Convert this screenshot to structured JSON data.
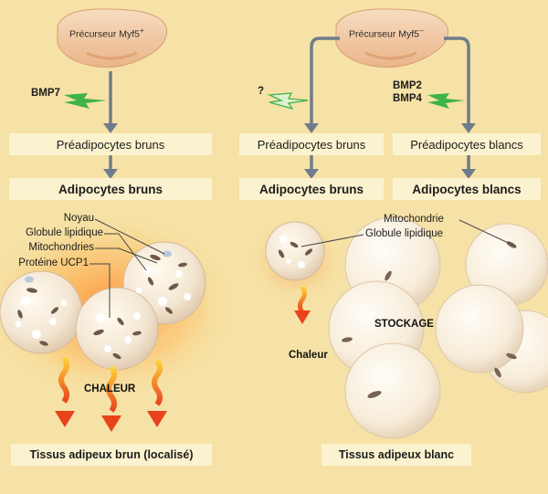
{
  "left": {
    "precursor": "Précurseur Myf5",
    "precursor_sup": "+",
    "signal": "BMP7",
    "step1": "Préadipocytes bruns",
    "step2": "Adipocytes bruns",
    "labels": [
      "Noyau",
      "Globule lipidique",
      "Mitochondries",
      "Protéine UCP1"
    ],
    "heat": "CHALEUR",
    "caption": "Tissus adipeux brun (localisé)"
  },
  "right": {
    "precursor": "Précurseur Myf5",
    "precursor_sup": "−",
    "signal_unknown": "?",
    "signal_white_1": "BMP2",
    "signal_white_2": "BMP4",
    "step1_brown": "Préadipocytes bruns",
    "step1_white": "Préadipocytes blancs",
    "step2_brown": "Adipocytes bruns",
    "step2_white": "Adipocytes blancs",
    "labels": [
      "Mitochondrie",
      "Globule lipidique"
    ],
    "heat": "Chaleur",
    "storage": "STOCKAGE",
    "caption": "Tissus adipeux blanc"
  },
  "colors": {
    "background": "#f6e2a6",
    "box": "#fbf3cf",
    "arrow": "#6f7c8a",
    "signal_bolt": "#3fb24a",
    "precursor": "#f2c79e",
    "brown_cell": "#f5ead7",
    "white_cell": "#faf0df",
    "mitochondria": "#6e5a48",
    "heat": "#e8431c"
  }
}
